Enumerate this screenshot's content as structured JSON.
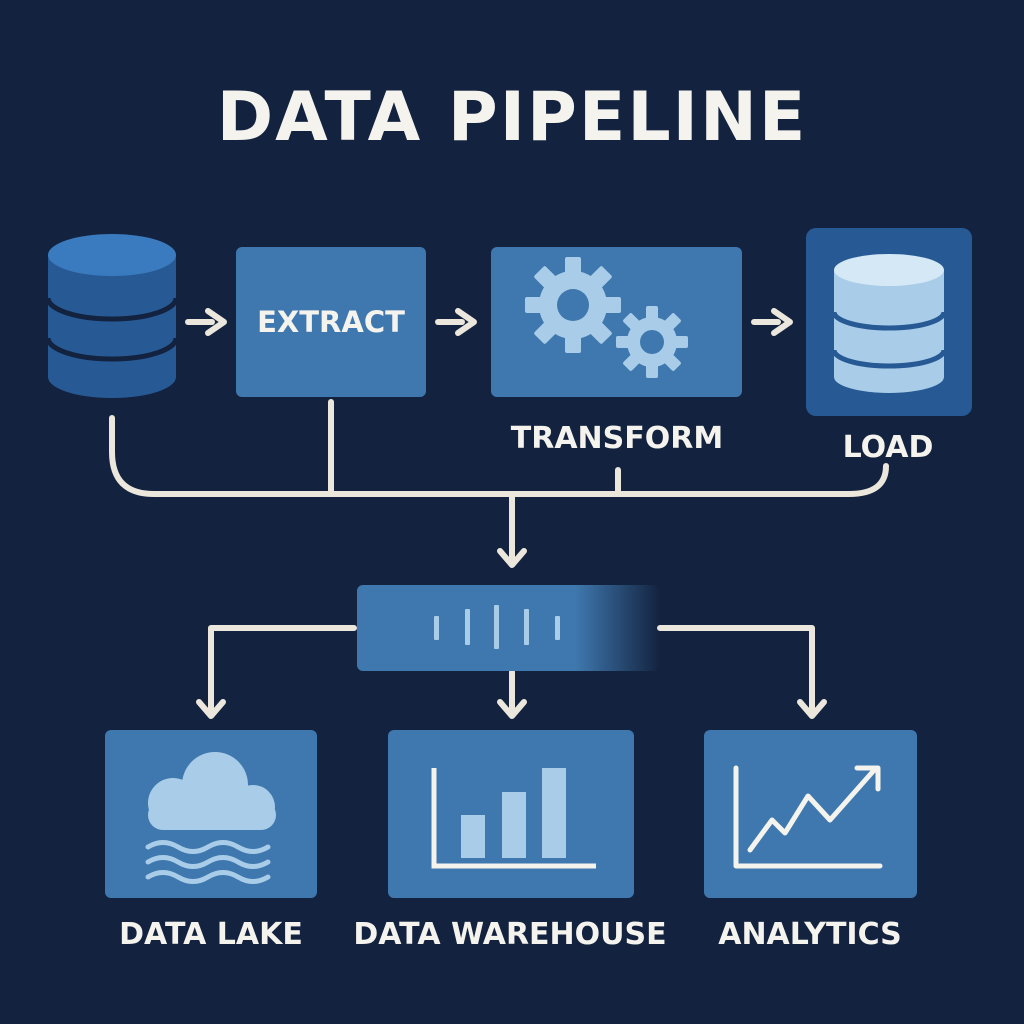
{
  "title": "DATA PIPELINE",
  "stages": {
    "extract": "EXTRACT",
    "transform": "TRANSFORM",
    "load": "LOAD"
  },
  "destinations": [
    {
      "label": "DATA LAKE",
      "icon": "cloud-lake-icon"
    },
    {
      "label": "DATA WAREHOUSE",
      "icon": "bar-chart-icon"
    },
    {
      "label": "ANALYTICS",
      "icon": "trend-line-icon"
    }
  ],
  "colors": {
    "background": "#13233f",
    "box": "#3f78ae",
    "box_dark": "#275a95",
    "icon_light": "#a9cde8",
    "text": "#f5f3ee",
    "connector": "#ece7dd"
  }
}
